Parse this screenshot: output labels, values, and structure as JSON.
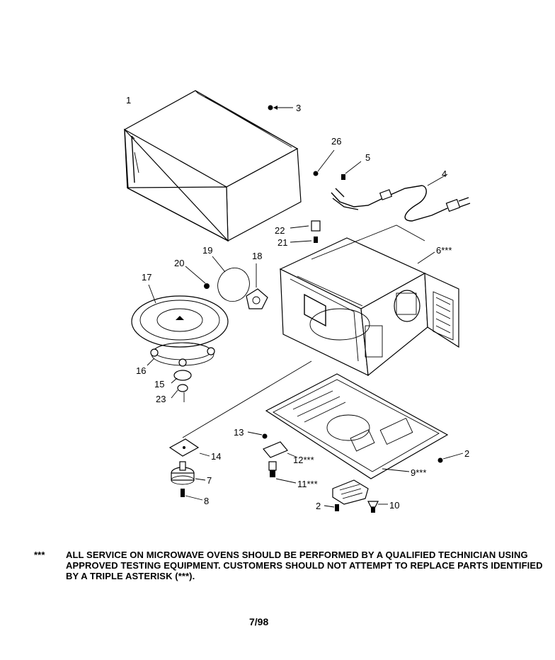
{
  "callouts": [
    {
      "id": "label-1",
      "text": "1"
    },
    {
      "id": "label-3",
      "text": "3"
    },
    {
      "id": "label-26",
      "text": "26"
    },
    {
      "id": "label-5",
      "text": "5"
    },
    {
      "id": "label-4",
      "text": "4"
    },
    {
      "id": "label-22",
      "text": "22"
    },
    {
      "id": "label-21",
      "text": "21"
    },
    {
      "id": "label-6",
      "text": "6***"
    },
    {
      "id": "label-19",
      "text": "19"
    },
    {
      "id": "label-20",
      "text": "20"
    },
    {
      "id": "label-18-top",
      "text": "18"
    },
    {
      "id": "label-17",
      "text": "17"
    },
    {
      "id": "label-16",
      "text": "16"
    },
    {
      "id": "label-15",
      "text": "15"
    },
    {
      "id": "label-23",
      "text": "23"
    },
    {
      "id": "label-13",
      "text": "13"
    },
    {
      "id": "label-12",
      "text": "12***"
    },
    {
      "id": "label-2-right",
      "text": "2"
    },
    {
      "id": "label-9",
      "text": "9***"
    },
    {
      "id": "label-14",
      "text": "14"
    },
    {
      "id": "label-7",
      "text": "7"
    },
    {
      "id": "label-11",
      "text": "11***"
    },
    {
      "id": "label-8",
      "text": "8"
    },
    {
      "id": "label-2-bottom",
      "text": "2"
    },
    {
      "id": "label-10",
      "text": "10"
    }
  ],
  "footnote": {
    "marker": "***",
    "text": "ALL SERVICE ON MICROWAVE OVENS SHOULD BE PERFORMED BY A  QUALIFIED TECHNICIAN USING APPROVED TESTING EQUIPMENT.  CUSTOMERS SHOULD NOT ATTEMPT TO REPLACE PARTS IDENTIFIED BY A TRIPLE ASTERISK (***)."
  },
  "date_code": "7/98"
}
